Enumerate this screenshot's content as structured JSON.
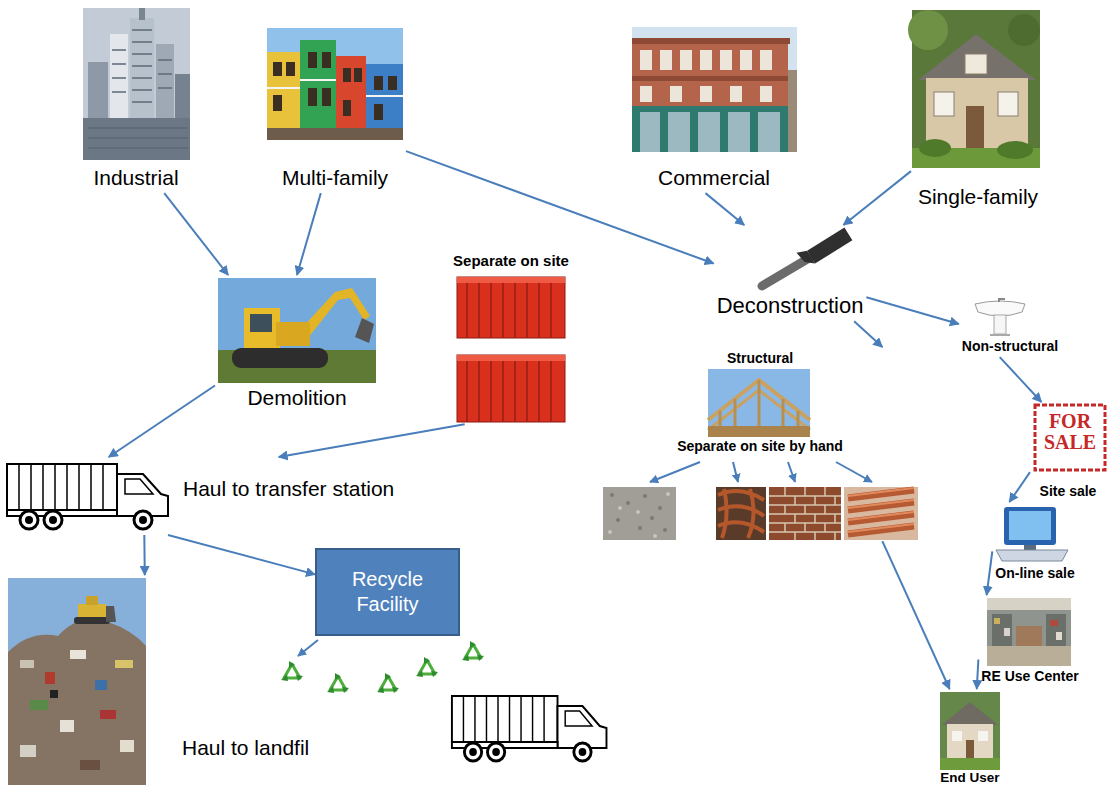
{
  "diagram": {
    "nodes": [
      {
        "text": [
          "Industrial"
        ]
      },
      {
        "text": [
          "Multi-family"
        ]
      },
      {
        "text": [
          "Commercial"
        ]
      },
      {
        "text": [
          "Single-family"
        ]
      },
      {
        "text": [
          "Demolition"
        ]
      },
      {
        "text": [
          "Separate on site"
        ]
      },
      {
        "text": [
          "Deconstruction"
        ]
      },
      {
        "text": [
          "Non-structural"
        ]
      },
      {
        "text": [
          "Structural",
          "Separate on site by hand"
        ]
      },
      {
        "text": [
          "Haul to transfer station"
        ]
      },
      {
        "text": [
          "Recycle Facility"
        ]
      },
      {
        "text": [
          "Haul to landfil"
        ]
      },
      {
        "text": [
          "Site sale"
        ]
      },
      {
        "text": [
          "On-line sale"
        ]
      },
      {
        "text": [
          "RE Use Center"
        ]
      },
      {
        "text": [
          "End User"
        ]
      }
    ],
    "edges": [
      {
        "from": 0,
        "to": 4,
        "arrow": "to"
      },
      {
        "from": 1,
        "to": 4,
        "arrow": "to"
      },
      {
        "from": 1,
        "to": 6,
        "arrow": "to"
      },
      {
        "from": 2,
        "to": 6,
        "arrow": "to"
      },
      {
        "from": 3,
        "to": 6,
        "arrow": "to"
      },
      {
        "from": 4,
        "to": 9,
        "arrow": "to"
      },
      {
        "from": 5,
        "to": 9,
        "arrow": "to"
      },
      {
        "from": 6,
        "to": 7,
        "arrow": "to"
      },
      {
        "from": 6,
        "to": 8,
        "arrow": "to"
      },
      {
        "from": 7,
        "to": 12,
        "arrow": "to"
      },
      {
        "from": 8,
        "to": 15,
        "arrow": "to"
      },
      {
        "from": 9,
        "to": 10,
        "arrow": "to"
      },
      {
        "from": 9,
        "to": 11,
        "arrow": "to"
      },
      {
        "from": 12,
        "to": 13,
        "arrow": "to"
      },
      {
        "from": 13,
        "to": 14,
        "arrow": "to"
      },
      {
        "from": 14,
        "to": 15,
        "arrow": "to"
      }
    ],
    "labels": [
      "FOR SALE"
    ]
  }
}
